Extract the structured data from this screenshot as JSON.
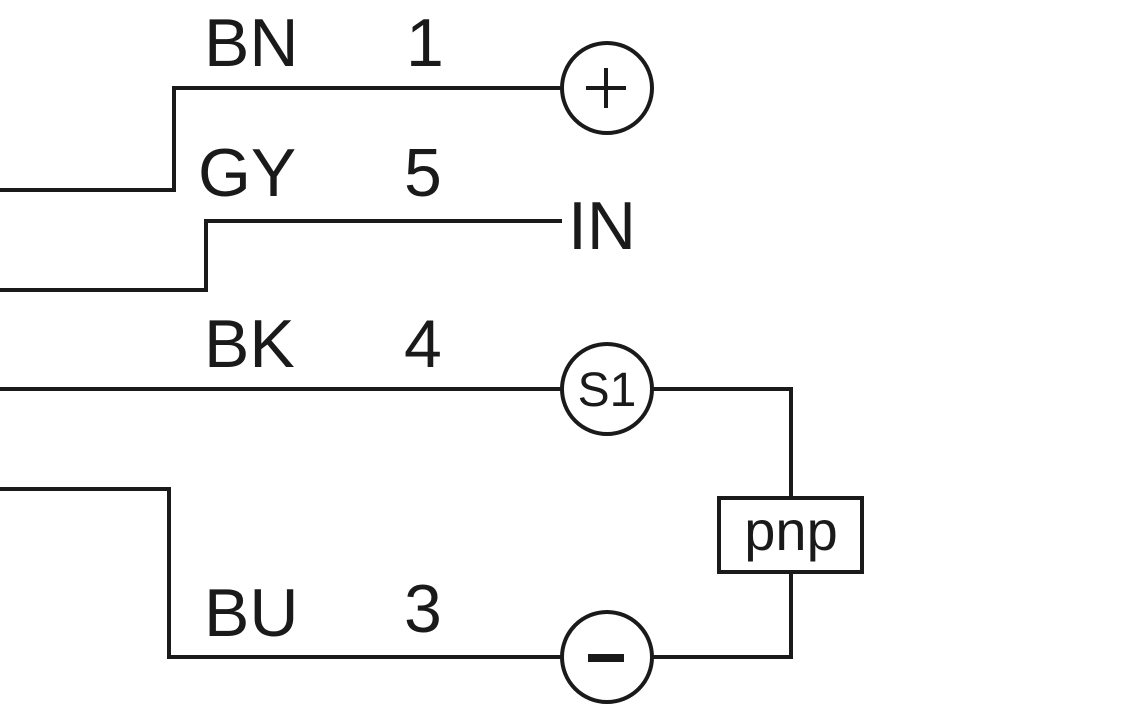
{
  "diagram": {
    "title": "Sensor connection diagram",
    "line_color": "#1a1a1a",
    "background": "#ffffff",
    "wires": [
      {
        "color_code": "BN",
        "pin": "1",
        "terminal": "+",
        "terminal_kind": "circle"
      },
      {
        "color_code": "GY",
        "pin": "5",
        "terminal": "IN",
        "terminal_kind": "text"
      },
      {
        "color_code": "BK",
        "pin": "4",
        "terminal": "S1",
        "terminal_kind": "circle"
      },
      {
        "color_code": "BU",
        "pin": "3",
        "terminal": "−",
        "terminal_kind": "circle"
      }
    ],
    "output_stage": {
      "label": "pnp"
    }
  }
}
